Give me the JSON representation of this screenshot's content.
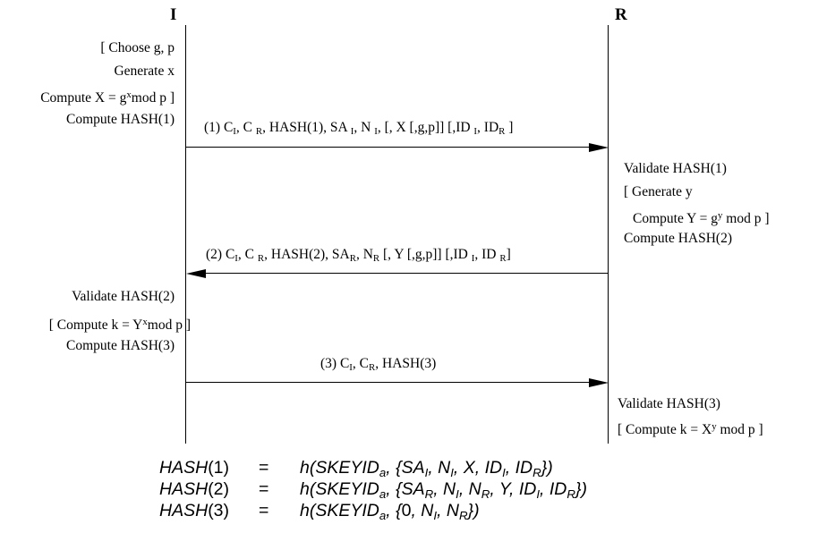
{
  "headers": {
    "initiator": "I",
    "responder": "R"
  },
  "initiator_block1": [
    "[ Choose g, p",
    "Generate x",
    "Compute X  = g",
    "x",
    "mod p ]",
    "Compute HASH(1)"
  ],
  "responder_block1": [
    "Validate HASH(1)",
    "[ Generate y",
    "Compute Y  = g",
    "y",
    " mod p ]",
    "Compute HASH(2)"
  ],
  "initiator_block2": [
    "Validate HASH(2)",
    "[ Compute k  = Y",
    "x",
    "mod p ]",
    "Compute HASH(3)"
  ],
  "responder_block2": [
    "Validate HASH(3)",
    "[ Compute k  = X",
    "y",
    " mod p ]"
  ],
  "messages": {
    "m1": "(1)  C_I, C_R, HASH(1), SA_I, N_I, [, X [,g,p]] [,ID_I, ID_R]",
    "m2": "(2)  C_I, C_R, HASH(2), SA_R, N_R [, Y [,g,p]] [,ID_I, ID_R]",
    "m3": "(3)  C_I, C_R, HASH(3)"
  },
  "msg_parts": {
    "m1": [
      "(1)  C",
      "I",
      ", C ",
      "R",
      ", HASH(1), SA ",
      "I",
      ", N ",
      "I",
      ", [, X [,g,p]] [,ID ",
      "I",
      ", ID",
      "R",
      " ]"
    ],
    "m2": [
      "(2)  C",
      "I",
      ", C ",
      "R",
      ", HASH(2), SA",
      "R",
      ", N",
      "R",
      " [, Y [,g,p]] [,ID ",
      "I",
      ", ID ",
      "R",
      "]"
    ],
    "m3": [
      "(3)  C",
      "I",
      ", C",
      "R",
      ", HASH(3)"
    ]
  },
  "equations": [
    {
      "lhs_name": "HASH",
      "lhs_arg": "(1)",
      "op": "=",
      "parts": [
        "h(SKEYID",
        "a",
        ", {SA",
        "I",
        ", N",
        "I",
        ", X, ID",
        "I",
        ", ID",
        "R",
        "})"
      ]
    },
    {
      "lhs_name": "HASH",
      "lhs_arg": "(2)",
      "op": "=",
      "parts": [
        "h(SKEYID",
        "a",
        ", {SA",
        "R",
        ", N",
        "I",
        ", N",
        "R",
        ", Y, ID",
        "I",
        ", ID",
        "R",
        "})"
      ]
    },
    {
      "lhs_name": "HASH",
      "lhs_arg": "(3)",
      "op": "=",
      "parts": [
        "h(SKEYID",
        "a",
        ", {",
        "0",
        ", N",
        "I",
        ", N",
        "R",
        "})"
      ]
    }
  ]
}
